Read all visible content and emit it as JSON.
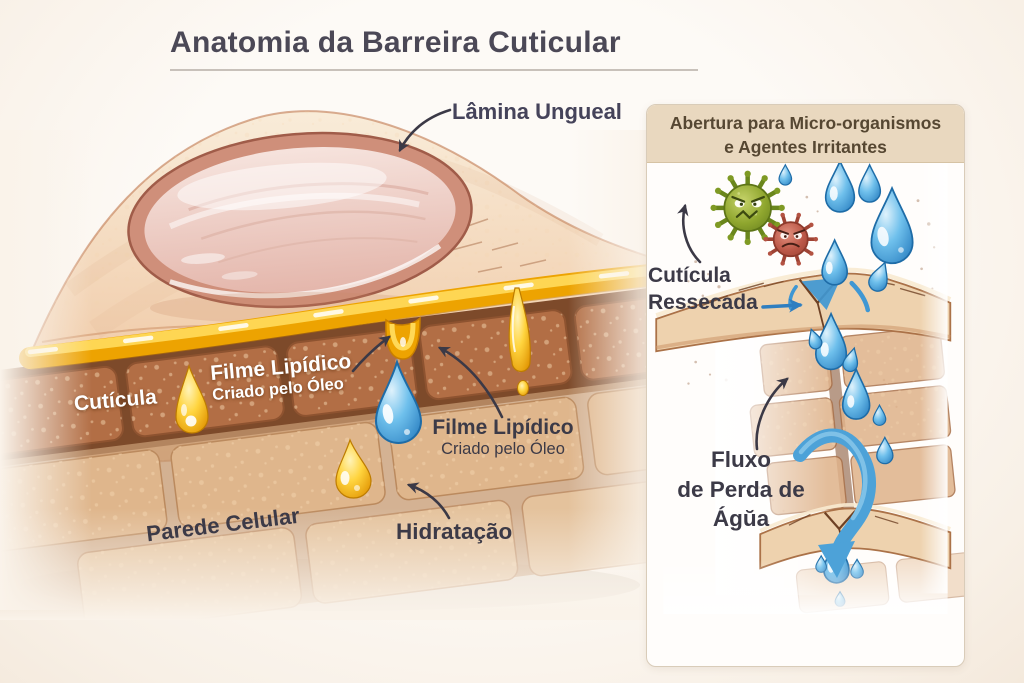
{
  "title": "Anatomia da Barreira Cuticular",
  "main_labels": {
    "nail_plate": "Lâmina Ungueal",
    "cuticle": "Cutícula",
    "lipid_film_line1": "Filme Lipídico",
    "lipid_film_line2": "Criado pelo Óleo",
    "lipid_film2_line1": "Filme Lipídico",
    "lipid_film2_line2": "Criado pelo Óleo",
    "cell_wall": "Parede Celular",
    "hydration": "Hidratação"
  },
  "panel": {
    "header_line1": "Abertura para Micro-organismos",
    "header_line2": "e Agentes Irritantes",
    "dry_cuticle_line1": "Cutícula",
    "dry_cuticle_line2": "Ressecada",
    "water_loss_line1": "Fluxo",
    "water_loss_line2": "de Perda de",
    "water_loss_line3": "Ágŭa"
  },
  "colors": {
    "background": "#faf3ea",
    "title_text": "#4b4856",
    "label_text": "#3d3b48",
    "white_label_text": "#ffffff",
    "panel_header_bg": "#e9d8bf",
    "panel_header_text": "#564732",
    "panel_body_bg": "#fffdfb",
    "oil_gold": "#eda301",
    "water_blue": "#3f97d3",
    "skin_peach": "#eec29c",
    "brick_terracotta": "#b26e45",
    "microbe_green": "#8fa62e",
    "microbe_red": "#bc5848",
    "arrow_dark": "#3b3946"
  }
}
